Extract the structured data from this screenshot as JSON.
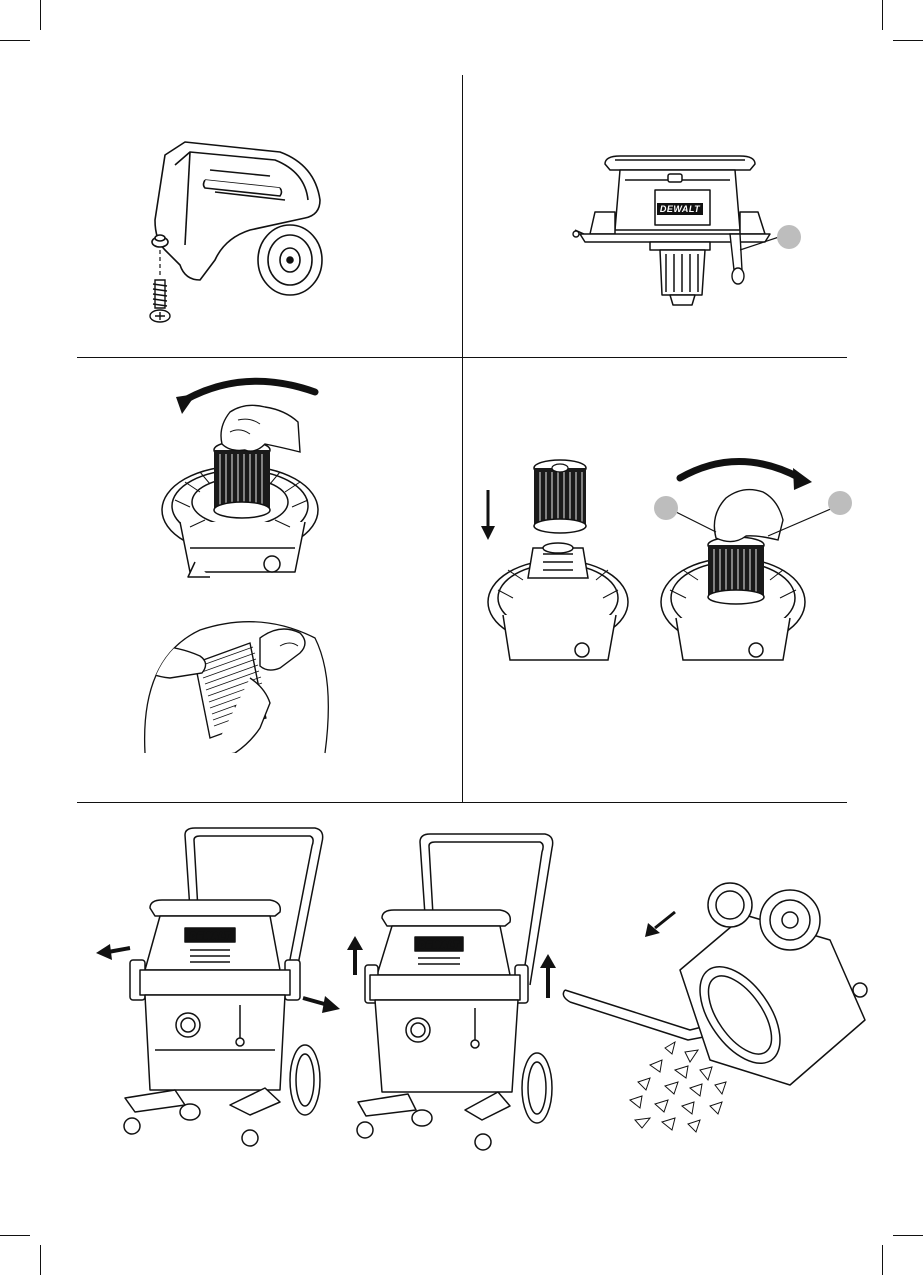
{
  "document": {
    "brand": "DEWALT"
  },
  "figures": [
    {
      "id": "caster-screw",
      "icon": "caster-assembly-icon"
    },
    {
      "id": "powerhead-latch",
      "icon": "powerhead-icon"
    },
    {
      "id": "filter-remove-rotate",
      "icon": "rotate-ccw-icon"
    },
    {
      "id": "filter-clean",
      "icon": "filter-tap-icon"
    },
    {
      "id": "filter-install",
      "icon": "rotate-cw-icon"
    },
    {
      "id": "vac-empty",
      "icon": "vacuum-drum-icon"
    }
  ],
  "colors": {
    "line": "#111111",
    "callout": "#bdbdbd",
    "filter": "#1a1a1a",
    "paper": "#ffffff"
  }
}
